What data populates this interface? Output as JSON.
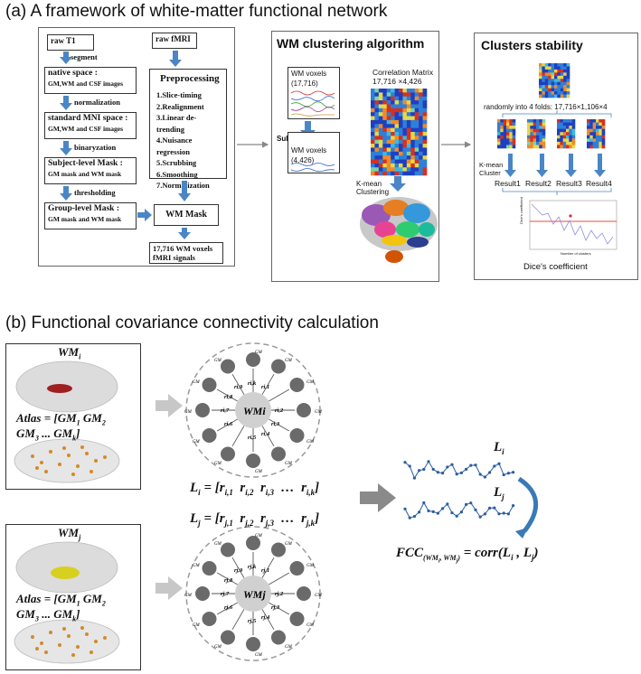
{
  "sectionA": {
    "title": "(a)  A framework of white-matter functional network",
    "left": {
      "raw_t1": "raw T1",
      "segment": "segment",
      "native_title": "native space :",
      "native_sub": "GM,WM and CSF images",
      "normalization": "normalization",
      "mni_title": "standard MNI space :",
      "mni_sub": "GM,WM and CSF images",
      "binaryzation": "binaryzation",
      "subject_title": "Subject-level Mask :",
      "subject_sub": "GM mask and WM mask",
      "thresholding": "thresholding",
      "group_title": "Group-level Mask :",
      "group_sub": "GM mask and WM mask",
      "raw_fmri": "raw fMRI",
      "prep_title": "Preprocessing",
      "prep_steps": [
        "1.Slice-timing",
        "2.Realignment",
        "3.Linear de-trending",
        "4.Nuisance regression",
        "5.Scrubbing",
        "6.Smoothing",
        "7.Normalization"
      ],
      "wm_mask": "WM Mask",
      "voxels_line1": "17,716 WM voxels",
      "voxels_line2": "fMRI signals"
    },
    "middle": {
      "title": "WM clustering algorithm",
      "wm_voxels_1": "WM voxels",
      "wm_voxels_1_n": "(17,716)",
      "corr_title": "Correlation Matrix",
      "corr_dims": "17,716 ×4,426",
      "subsample": "Sub-sample",
      "wm_voxels_2": "WM voxels",
      "wm_voxels_2_n": "(4,426)",
      "kmean_1": "K-mean",
      "kmean_2": "Clustering"
    },
    "right": {
      "title": "Clusters stability",
      "folds": "randomly into 4 folds: 17,716×1,106×4",
      "kmean_1": "K-mean",
      "kmean_2": "Cluster",
      "results": [
        "Result1",
        "Result2",
        "Result3",
        "Result4"
      ],
      "plot_y": "Dice's coefficient",
      "plot_x": "Number of clusters",
      "dice": "Dice's coefficient"
    }
  },
  "sectionB": {
    "title": "(b)  Functional covariance connectivity calculation",
    "wmi": "WM",
    "wmi_sub": "i",
    "wmj": "WM",
    "wmj_sub": "j",
    "atlas_1": "Atlas = [GM",
    "atlas_2": "GM",
    "atlas_3": "GM",
    "atlas_4": "... GM",
    "li_eq": "L",
    "lj_eq": "L",
    "li_label": "L",
    "lj_label": "L",
    "fcc": "FCC",
    "fcc_rhs": "= corr(L",
    "gm": "GM"
  }
}
